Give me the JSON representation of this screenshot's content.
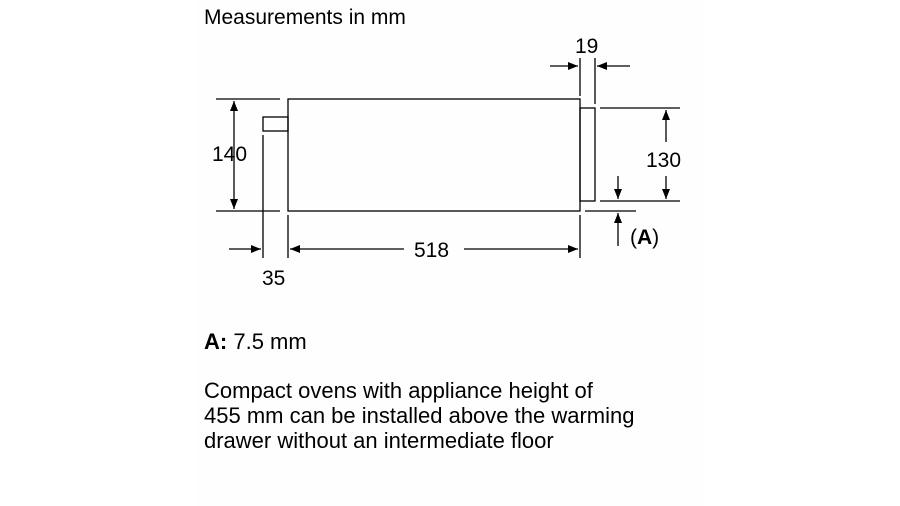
{
  "title": "Measurements in mm",
  "dimensions": {
    "depth_main": "518",
    "rear_projection": "35",
    "height_body": "140",
    "front_height": "130",
    "front_thickness": "19",
    "gap_label": "(A)"
  },
  "note": {
    "label": "A:",
    "value": "7.5 mm"
  },
  "description": [
    "Compact ovens with appliance height of",
    "455 mm can be installed above the warming",
    "drawer without an intermediate floor"
  ],
  "colors": {
    "line": "#000000",
    "background": "#ffffff"
  }
}
